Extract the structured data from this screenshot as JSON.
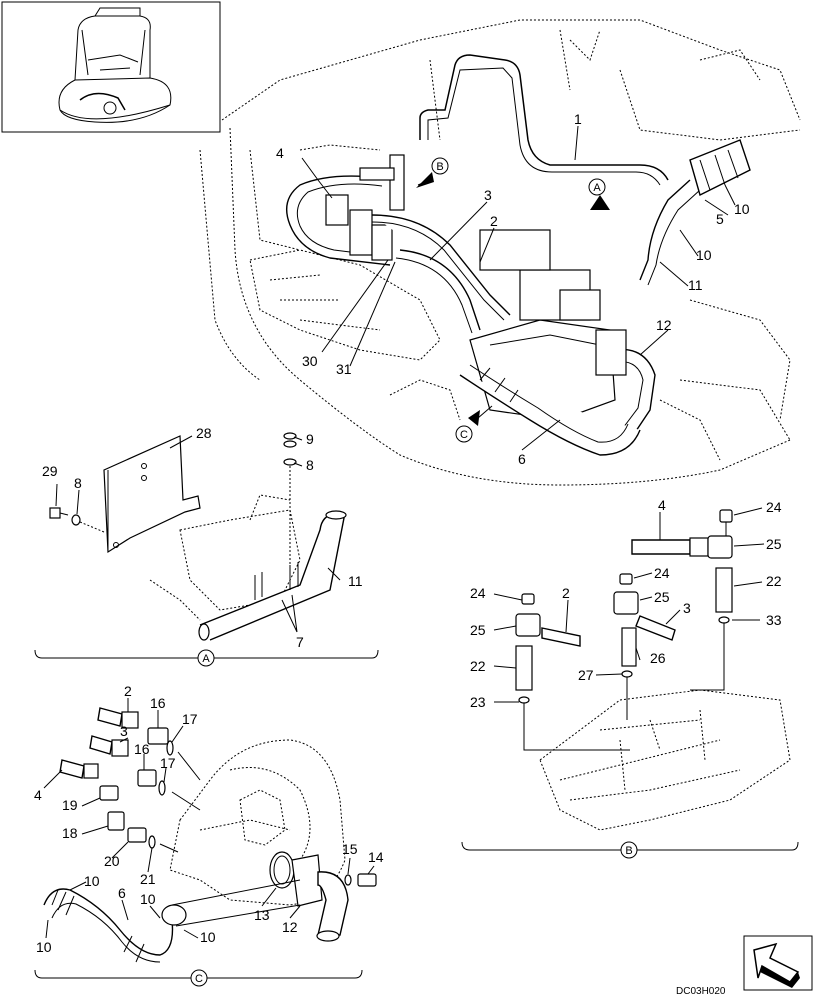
{
  "drawing_code": "DC03H020",
  "callouts": {
    "c1": "1",
    "c2": "2",
    "c3": "3",
    "c4": "4",
    "c5": "5",
    "c6": "6",
    "c7": "7",
    "c8": "8",
    "c9": "9",
    "c10": "10",
    "c11": "11",
    "c12": "12",
    "c13": "13",
    "c14": "14",
    "c15": "15",
    "c16": "16",
    "c17": "17",
    "c18": "18",
    "c19": "19",
    "c20": "20",
    "c21": "21",
    "c22": "22",
    "c23": "23",
    "c24": "24",
    "c25": "25",
    "c26": "26",
    "c27": "27",
    "c28": "28",
    "c29": "29",
    "c30": "30",
    "c31": "31",
    "c33": "33"
  },
  "views": {
    "A": "A",
    "B": "B",
    "C": "C"
  }
}
